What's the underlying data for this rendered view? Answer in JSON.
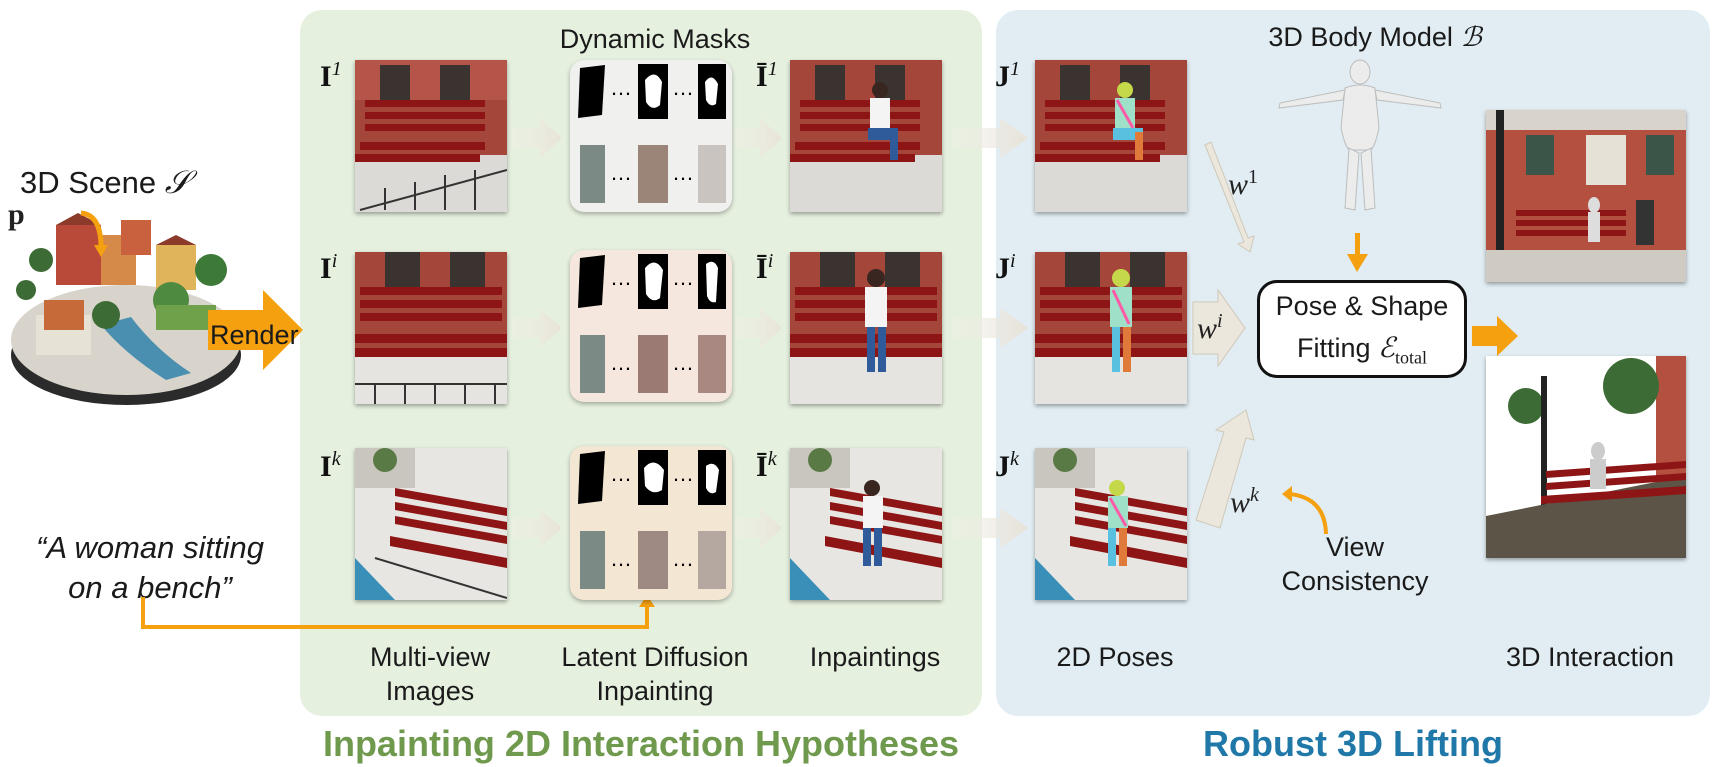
{
  "scene": {
    "title": "3D Scene",
    "symbol": "S",
    "point_label": "p",
    "render_label": "Render"
  },
  "prompt_text": "“A woman sitting on a bench”",
  "prompt_lines": [
    "“A woman sitting",
    "on a bench”"
  ],
  "green_panel": {
    "title": "Inpainting 2D Interaction Hypotheses",
    "masks_header": "Dynamic Masks",
    "rows": [
      {
        "input": "I",
        "sup": "1",
        "inpaint": "Ī",
        "inpaint_sup": "1",
        "pose": "J",
        "pose_sup": "1"
      },
      {
        "input": "I",
        "sup": "i",
        "inpaint": "Ī",
        "inpaint_sup": "i",
        "pose": "J",
        "pose_sup": "i"
      },
      {
        "input": "I",
        "sup": "k",
        "inpaint": "Ī",
        "inpaint_sup": "k",
        "pose": "J",
        "pose_sup": "k"
      }
    ],
    "col_labels": {
      "multiview": "Multi-view Images",
      "multiview_lines": [
        "Multi-view",
        "Images"
      ],
      "diffusion": "Latent Diffusion Inpainting",
      "diffusion_lines": [
        "Latent Diffusion",
        "Inpainting"
      ],
      "inpaintings": "Inpaintings"
    }
  },
  "blue_panel": {
    "title": "Robust 3D Lifting",
    "body_model": "3D Body Model",
    "body_symbol": "B",
    "weights": [
      {
        "w": "w",
        "sup": "1"
      },
      {
        "w": "w",
        "sup": "i"
      },
      {
        "w": "w",
        "sup": "k"
      }
    ],
    "fit_box": {
      "line1": "Pose & Shape",
      "line2": "Fitting",
      "energy": "E",
      "energy_sub": "total"
    },
    "view_consistency": [
      "View",
      "Consistency"
    ],
    "poses_label": "2D Poses",
    "interaction_label": "3D Interaction"
  },
  "colors": {
    "green_title": "#6f9a4d",
    "blue_title": "#1f78a8",
    "orange": "#f5a00f",
    "panel_green": "#e6f0df",
    "panel_blue": "#e1edf2"
  },
  "icons": {
    "scene": "venice-scene-icon",
    "body": "human-body-model-icon",
    "bench": "bench-image-icon"
  }
}
